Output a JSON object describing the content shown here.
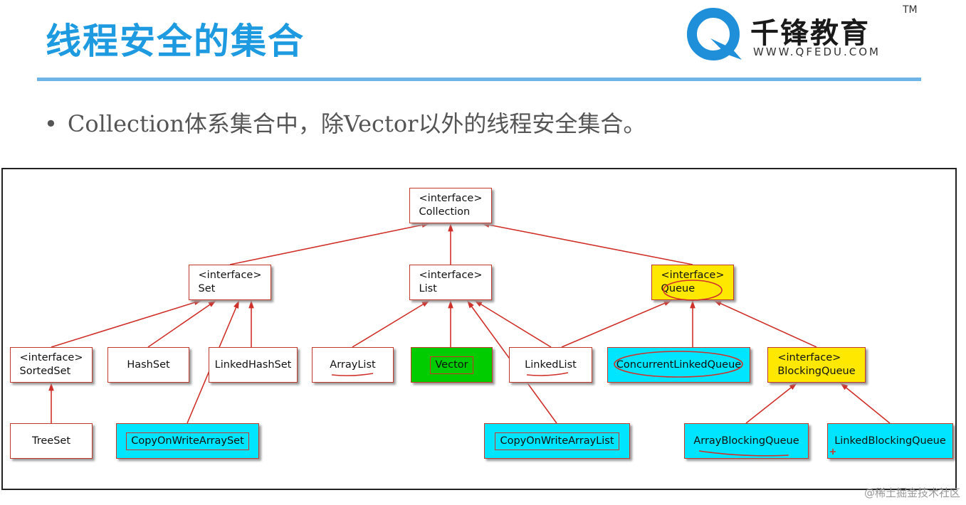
{
  "header": {
    "title": "线程安全的集合",
    "logo_name": "千锋教育",
    "logo_tm": "TM",
    "logo_url": "WWW.QFEDU.COM"
  },
  "bullet": {
    "dot": "•",
    "text": "Collection体系集合中，除Vector以外的线程安全集合。"
  },
  "colors": {
    "title": "#1e9ae0",
    "rule": "#6fb4e6",
    "arrow": "#d0302a",
    "node_border": "#c0392b",
    "cyan": "#00e5ff",
    "green": "#00cc00",
    "yellow": "#ffe800"
  },
  "diagram": {
    "nodes": {
      "collection": {
        "line1": "<interface>",
        "line2": "Collection",
        "fill": "white"
      },
      "set": {
        "line1": "<interface>",
        "line2": "Set",
        "fill": "white"
      },
      "list": {
        "line1": "<interface>",
        "line2": "List",
        "fill": "white"
      },
      "queue": {
        "line1": "<interface>",
        "line2": "Queue",
        "fill": "yellow"
      },
      "sortedset": {
        "line1": "<interface>",
        "line2": "SortedSet",
        "fill": "white"
      },
      "hashset": {
        "line1": "HashSet",
        "fill": "white"
      },
      "linkedhashset": {
        "line1": "LinkedHashSet",
        "fill": "white"
      },
      "arraylist": {
        "line1": "ArrayList",
        "fill": "white"
      },
      "vector": {
        "line1": "Vector",
        "fill": "green"
      },
      "linkedlist": {
        "line1": "LinkedList",
        "fill": "white"
      },
      "concurrentlinkedqueue": {
        "line1": "ConcurrentLinkedQueue",
        "fill": "cyan"
      },
      "blockingqueue": {
        "line1": "<interface>",
        "line2": "BlockingQueue",
        "fill": "yellow"
      },
      "treeset": {
        "line1": "TreeSet",
        "fill": "white"
      },
      "copyonwritearrayset": {
        "line1": "CopyOnWriteArraySet",
        "fill": "cyan"
      },
      "copyonwritearraylist": {
        "line1": "CopyOnWriteArrayList",
        "fill": "cyan"
      },
      "arrayblockingqueue": {
        "line1": "ArrayBlockingQueue",
        "fill": "cyan"
      },
      "linkedblockingqueue": {
        "line1": "LinkedBlockingQueue",
        "fill": "cyan"
      }
    },
    "edges": [
      [
        "set",
        "collection"
      ],
      [
        "list",
        "collection"
      ],
      [
        "queue",
        "collection"
      ],
      [
        "sortedset",
        "set"
      ],
      [
        "hashset",
        "set"
      ],
      [
        "linkedhashset",
        "set"
      ],
      [
        "copyonwritearrayset",
        "set"
      ],
      [
        "arraylist",
        "list"
      ],
      [
        "vector",
        "list"
      ],
      [
        "linkedlist",
        "list"
      ],
      [
        "copyonwritearraylist",
        "list"
      ],
      [
        "linkedlist",
        "queue"
      ],
      [
        "concurrentlinkedqueue",
        "queue"
      ],
      [
        "blockingqueue",
        "queue"
      ],
      [
        "treeset",
        "sortedset"
      ],
      [
        "arrayblockingqueue",
        "blockingqueue"
      ],
      [
        "linkedblockingqueue",
        "blockingqueue"
      ]
    ]
  },
  "watermark": "@稀土掘金技术社区"
}
